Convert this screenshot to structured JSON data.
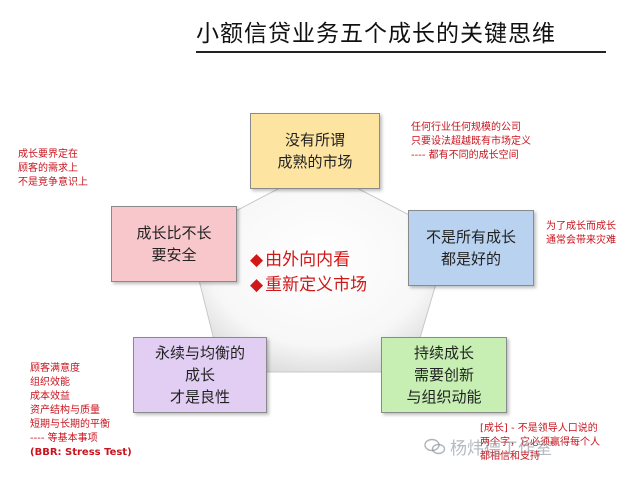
{
  "title": "小额信贷业务五个成长的关键思维",
  "colors": {
    "top_box": "#fde4a0",
    "left_box": "#f8c7cc",
    "right_box": "#b8d2ef",
    "bottom_left_box": "#e2cdf3",
    "bottom_right_box": "#c7efb3",
    "center_text": "#d01818",
    "note_text": "#c8141e"
  },
  "boxes": {
    "top": [
      "没有所谓",
      "成熟的市场"
    ],
    "left": [
      "成长比不长",
      "要安全"
    ],
    "right": [
      "不是所有成长",
      "都是好的"
    ],
    "bottom_left": [
      "永续与均衡的",
      "成长",
      "才是良性"
    ],
    "bottom_right": [
      "持续成长",
      "需要创新",
      "与组织动能"
    ]
  },
  "center": [
    "由外向内看",
    "重新定义市场"
  ],
  "center_bullet": "◆",
  "notes": {
    "top_left": [
      "成长要界定在",
      "顾客的需求上",
      "不是竞争意识上"
    ],
    "top_right": [
      "任何行业任何规模的公司",
      "只要设法超越既有市场定义",
      "---- 都有不同的成长空间"
    ],
    "right": [
      "为了成长而成长",
      "通常会带来灾难"
    ],
    "bottom_left": [
      "顾客满意度",
      "组织效能",
      "成本效益",
      "资产结构与质量",
      "短期与长期的平衡",
      "---- 等基本事项",
      "(BBR: Stress Test)"
    ],
    "bottom_right": [
      "[成长] - 不是领导人口说的",
      "两个字，它必须赢得每个人",
      "都相信和支持"
    ]
  },
  "watermark": "杨炜德工作室"
}
